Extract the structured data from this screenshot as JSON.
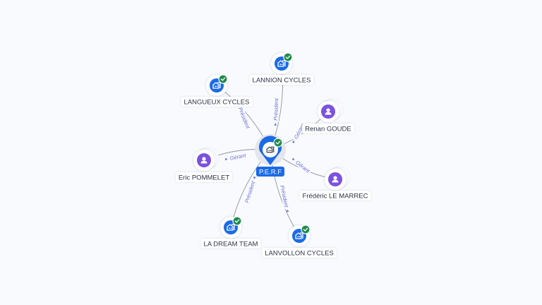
{
  "colors": {
    "background": "#f9fafd",
    "company": "#1a6ae8",
    "person": "#7b52e0",
    "check": "#1f8a4c",
    "edge": "#8e93a6",
    "edge_label": "#6b6fd6",
    "label_text": "#2b3348"
  },
  "center": {
    "label": "P.E.R.F",
    "type": "company",
    "icon": "building-icon",
    "verified": true
  },
  "nodes": [
    {
      "id": "lannion",
      "label": "LANNION CYCLES",
      "type": "company",
      "icon": "building-icon",
      "verified": true,
      "relation": "Président",
      "direction": "in"
    },
    {
      "id": "langueux",
      "label": "LANGUEUX CYCLES",
      "type": "company",
      "icon": "building-icon",
      "verified": true,
      "relation": "Président",
      "direction": "in"
    },
    {
      "id": "renan",
      "label": "Renan GOUDE",
      "type": "person",
      "icon": "person-icon",
      "verified": false,
      "relation": "Gérant",
      "direction": "in"
    },
    {
      "id": "eric",
      "label": "Eric POMMELET",
      "type": "person",
      "icon": "person-icon",
      "verified": false,
      "relation": "Gérant",
      "direction": "in"
    },
    {
      "id": "frederic",
      "label": "Frédéric LE MARREC",
      "type": "person",
      "icon": "person-icon",
      "verified": false,
      "relation": "Gérant",
      "direction": "in"
    },
    {
      "id": "dream",
      "label": "LA DREAM TEAM",
      "type": "company",
      "icon": "building-icon",
      "verified": true,
      "relation": "Président",
      "direction": "out"
    },
    {
      "id": "lanvollon",
      "label": "LANVOLLON CYCLES",
      "type": "company",
      "icon": "building-icon",
      "verified": true,
      "relation": "Président",
      "direction": "out"
    }
  ]
}
